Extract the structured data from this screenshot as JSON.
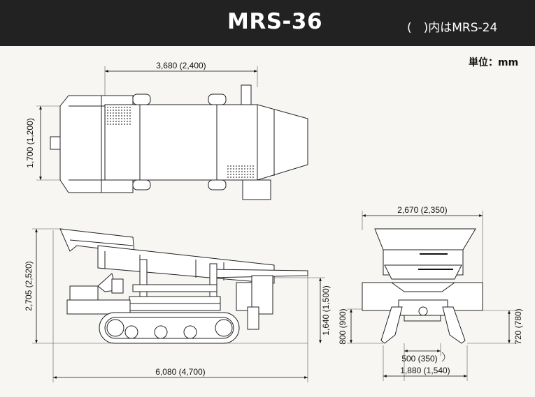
{
  "header": {
    "title": "MRS-36",
    "note": "(　)内はMRS-24"
  },
  "unit_label": "単位：mm",
  "dimensions": {
    "top_length": "3,680 (2,400)",
    "top_width": "1,700 (1,200)",
    "side_height": "2,705 (2,520)",
    "side_discharge_height": "1,640 (1,500)",
    "side_length": "6,080 (4,700)",
    "front_width": "2,670 (2,350)",
    "front_left_height": "800 (900)",
    "front_right_height": "720 (780)",
    "front_track_gap": "500 (350)",
    "front_track_width": "1,880 (1,540)"
  }
}
